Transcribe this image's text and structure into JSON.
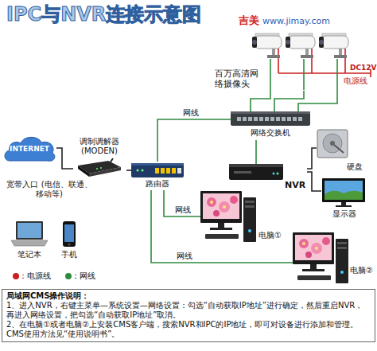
{
  "diagram": {
    "title": "IPC与NVR连接示意图",
    "nodes": [
      {
        "text": [
          "百万高清网络摄像头"
        ]
      },
      {
        "text": [
          "网络交换机"
        ]
      },
      {
        "text": [
          "INTERNET"
        ]
      },
      {
        "text": [
          "调制调解器 (MODEN)"
        ]
      },
      {
        "text": [
          "路由器"
        ]
      },
      {
        "text": [
          "NVR"
        ]
      },
      {
        "text": [
          "硬盘"
        ]
      },
      {
        "text": [
          "显示器"
        ]
      },
      {
        "text": [
          "电脑①"
        ]
      },
      {
        "text": [
          "电脑②"
        ]
      },
      {
        "text": [
          "笔记本"
        ]
      },
      {
        "text": [
          "手机"
        ]
      },
      {
        "text": [
          "局域网CMS操作说明：",
          "1、进入NVR，右键主菜单—系统设置—网络设置：勾选“自动获取IP地址”进行确定，然后重启NVR，再进入网络设置，把勾选“自动获取IP地址”取消。",
          "2、在电脑①或者电脑②上安装CMS客户端，搜索NVR和IPC的IP地址，即可对设备进行添加和管理。CMS使用方法见“使用说明书”。"
        ]
      }
    ],
    "edges": [
      {
        "from": 0,
        "to": 1,
        "arrow": "none"
      },
      {
        "from": 2,
        "to": 3,
        "arrow": "none"
      },
      {
        "from": 3,
        "to": 4,
        "arrow": "none"
      },
      {
        "from": 4,
        "to": 1,
        "label": "网线",
        "arrow": "none"
      },
      {
        "from": 1,
        "to": 5,
        "arrow": "none"
      },
      {
        "from": 5,
        "to": 6,
        "arrow": "none"
      },
      {
        "from": 5,
        "to": 7,
        "arrow": "none"
      },
      {
        "from": 4,
        "to": 8,
        "label": "网线",
        "arrow": "none"
      },
      {
        "from": 4,
        "to": 9,
        "label": "网线",
        "arrow": "none"
      }
    ],
    "labels": [
      "吉美",
      "www.jimay.com",
      "宽带入口 (电信、联通、移动等)",
      "DC12V",
      "电源线"
    ],
    "legend": [
      {
        "text": "：电源线",
        "color": "#cc1f1f"
      },
      {
        "text": "：网线",
        "color": "#2e8b3e"
      }
    ]
  }
}
